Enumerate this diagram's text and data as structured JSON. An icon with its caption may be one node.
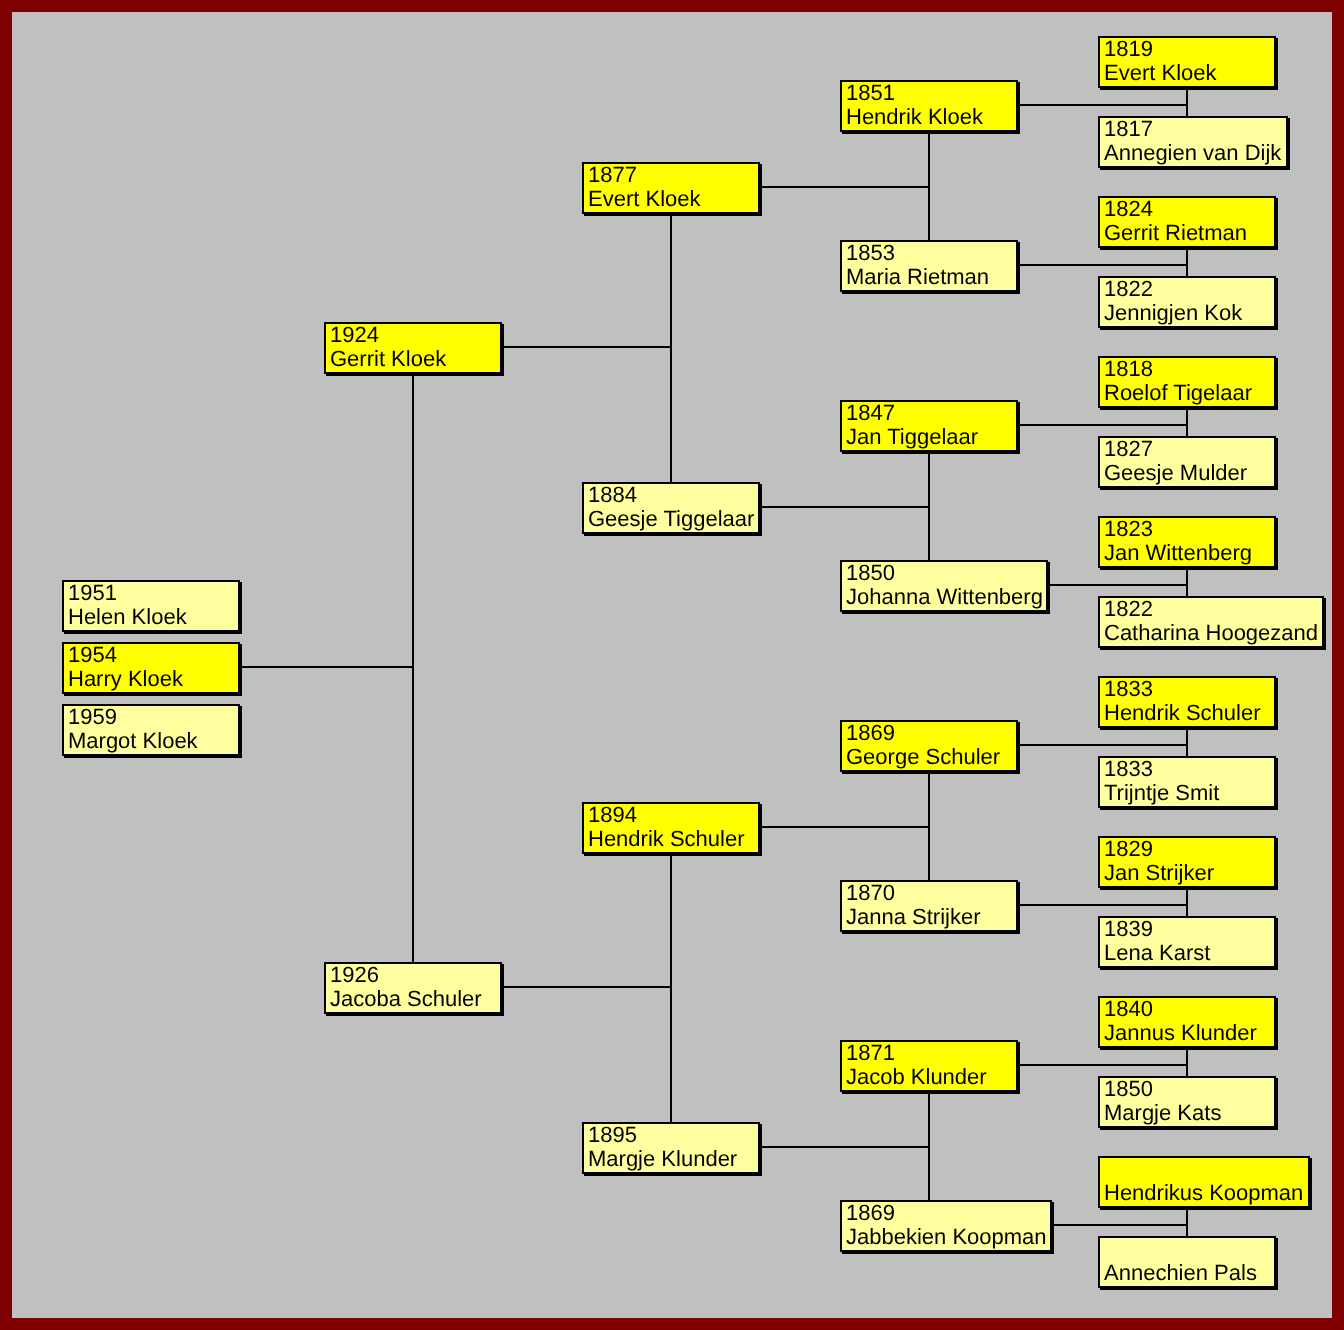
{
  "diagram": {
    "nodes": [
      {
        "text": [
          "1951",
          "Helen Kloek"
        ]
      },
      {
        "text": [
          "1954",
          "Harry Kloek"
        ]
      },
      {
        "text": [
          "1959",
          "Margot Kloek"
        ]
      },
      {
        "text": [
          "1924",
          "Gerrit Kloek"
        ]
      },
      {
        "text": [
          "1926",
          "Jacoba Schuler"
        ]
      },
      {
        "text": [
          "1877",
          "Evert Kloek"
        ]
      },
      {
        "text": [
          "1884",
          "Geesje Tiggelaar"
        ]
      },
      {
        "text": [
          "1894",
          "Hendrik Schuler"
        ]
      },
      {
        "text": [
          "1895",
          "Margje Klunder"
        ]
      },
      {
        "text": [
          "1851",
          "Hendrik Kloek"
        ]
      },
      {
        "text": [
          "1853",
          "Maria Rietman"
        ]
      },
      {
        "text": [
          "1847",
          "Jan Tiggelaar"
        ]
      },
      {
        "text": [
          "1850",
          "Johanna Wittenberg"
        ]
      },
      {
        "text": [
          "1869",
          "George Schuler"
        ]
      },
      {
        "text": [
          "1870",
          "Janna Strijker"
        ]
      },
      {
        "text": [
          "1871",
          "Jacob Klunder"
        ]
      },
      {
        "text": [
          "1869",
          "Jabbekien Koopman"
        ]
      },
      {
        "text": [
          "1819",
          "Evert Kloek"
        ]
      },
      {
        "text": [
          "1817",
          "Annegien van Dijk"
        ]
      },
      {
        "text": [
          "1824",
          "Gerrit Rietman"
        ]
      },
      {
        "text": [
          "1822",
          "Jennigjen Kok"
        ]
      },
      {
        "text": [
          "1818",
          "Roelof Tigelaar"
        ]
      },
      {
        "text": [
          "1827",
          "Geesje Mulder"
        ]
      },
      {
        "text": [
          "1823",
          "Jan Wittenberg"
        ]
      },
      {
        "text": [
          "1822",
          "Catharina Hoogezand"
        ]
      },
      {
        "text": [
          "1833",
          "Hendrik Schuler"
        ]
      },
      {
        "text": [
          "1833",
          "Trijntje Smit"
        ]
      },
      {
        "text": [
          "1829",
          "Jan Strijker"
        ]
      },
      {
        "text": [
          "1839",
          "Lena Karst"
        ]
      },
      {
        "text": [
          "1840",
          "Jannus Klunder"
        ]
      },
      {
        "text": [
          "1850",
          "Margje Kats"
        ]
      },
      {
        "text": [
          "Hendrikus Koopman"
        ]
      },
      {
        "text": [
          "Annechien Pals"
        ]
      }
    ],
    "edges": [
      {
        "from": 1,
        "to": 3,
        "arrow": "none"
      },
      {
        "from": 1,
        "to": 4,
        "arrow": "none"
      },
      {
        "from": 3,
        "to": 5,
        "arrow": "none"
      },
      {
        "from": 3,
        "to": 6,
        "arrow": "none"
      },
      {
        "from": 4,
        "to": 7,
        "arrow": "none"
      },
      {
        "from": 4,
        "to": 8,
        "arrow": "none"
      },
      {
        "from": 5,
        "to": 9,
        "arrow": "none"
      },
      {
        "from": 5,
        "to": 10,
        "arrow": "none"
      },
      {
        "from": 6,
        "to": 11,
        "arrow": "none"
      },
      {
        "from": 6,
        "to": 12,
        "arrow": "none"
      },
      {
        "from": 7,
        "to": 13,
        "arrow": "none"
      },
      {
        "from": 7,
        "to": 14,
        "arrow": "none"
      },
      {
        "from": 8,
        "to": 15,
        "arrow": "none"
      },
      {
        "from": 8,
        "to": 16,
        "arrow": "none"
      },
      {
        "from": 9,
        "to": 17,
        "arrow": "none"
      },
      {
        "from": 9,
        "to": 18,
        "arrow": "none"
      },
      {
        "from": 10,
        "to": 19,
        "arrow": "none"
      },
      {
        "from": 10,
        "to": 20,
        "arrow": "none"
      },
      {
        "from": 11,
        "to": 21,
        "arrow": "none"
      },
      {
        "from": 11,
        "to": 22,
        "arrow": "none"
      },
      {
        "from": 12,
        "to": 23,
        "arrow": "none"
      },
      {
        "from": 12,
        "to": 24,
        "arrow": "none"
      },
      {
        "from": 13,
        "to": 25,
        "arrow": "none"
      },
      {
        "from": 13,
        "to": 26,
        "arrow": "none"
      },
      {
        "from": 14,
        "to": 27,
        "arrow": "none"
      },
      {
        "from": 14,
        "to": 28,
        "arrow": "none"
      },
      {
        "from": 15,
        "to": 29,
        "arrow": "none"
      },
      {
        "from": 15,
        "to": 30,
        "arrow": "none"
      },
      {
        "from": 16,
        "to": 31,
        "arrow": "none"
      },
      {
        "from": 16,
        "to": 32,
        "arrow": "none"
      }
    ]
  }
}
